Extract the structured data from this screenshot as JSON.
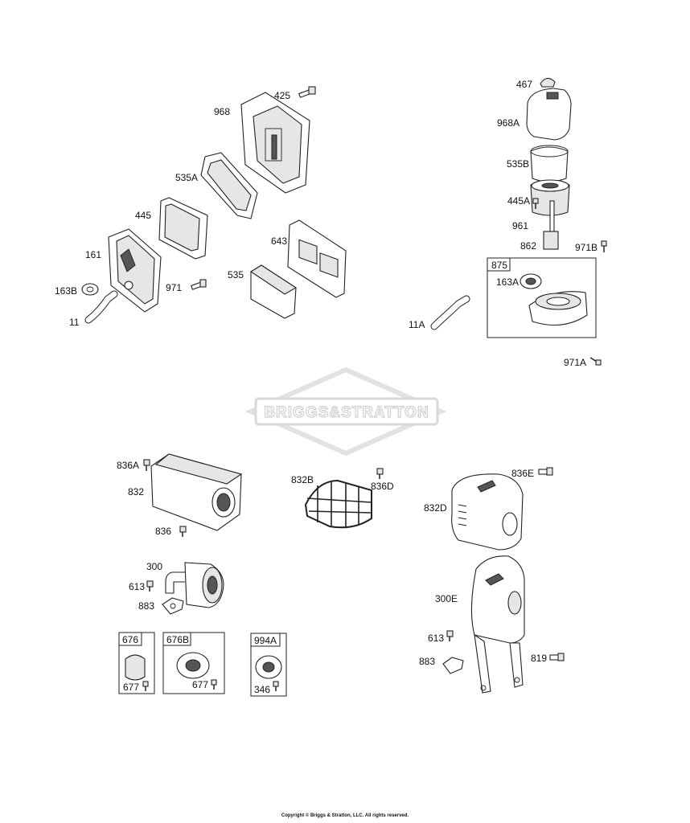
{
  "watermark": "BRIGGS&STRATTON",
  "copyright": "Copyright © Briggs & Stratton, LLC. All rights reserved.",
  "labels": {
    "p425": "425",
    "p968": "968",
    "p535A": "535A",
    "p445": "445",
    "p643": "643",
    "p161": "161",
    "p535": "535",
    "p163B": "163B",
    "p971": "971",
    "p11": "11",
    "p467": "467",
    "p968A": "968A",
    "p535B": "535B",
    "p445A": "445A",
    "p961": "961",
    "p862": "862",
    "p971B": "971B",
    "p875": "875",
    "p163A": "163A",
    "p11A": "11A",
    "p971A": "971A",
    "p836A": "836A",
    "p832": "832",
    "p836": "836",
    "p832B": "832B",
    "p836D": "836D",
    "p836E": "836E",
    "p832D": "832D",
    "p300": "300",
    "p613": "613",
    "p883": "883",
    "p300E": "300E",
    "p613b": "613",
    "p883b": "883",
    "p819": "819",
    "p676": "676",
    "p677": "677",
    "p676B": "676B",
    "p677b": "677",
    "p994A": "994A",
    "p346": "346"
  }
}
